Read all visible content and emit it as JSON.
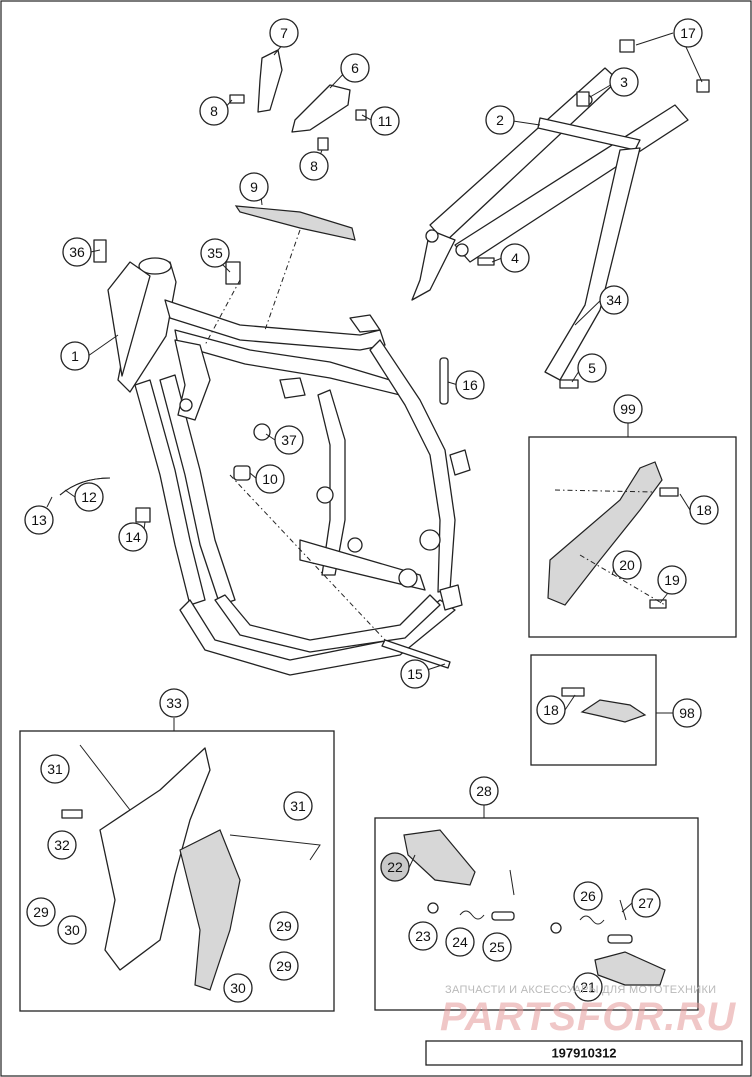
{
  "callouts": [
    "1",
    "2",
    "3",
    "4",
    "5",
    "6",
    "7",
    "8",
    "8",
    "9",
    "10",
    "11",
    "12",
    "13",
    "14",
    "15",
    "16",
    "17",
    "18",
    "18",
    "19",
    "20",
    "21",
    "22",
    "23",
    "24",
    "25",
    "26",
    "27",
    "28",
    "29",
    "29",
    "29",
    "30",
    "30",
    "31",
    "31",
    "32",
    "33",
    "34",
    "35",
    "36",
    "37",
    "98",
    "99"
  ],
  "drawing_number": "197910312",
  "watermark": {
    "small": "ЗАПЧАСТИ И АКСЕССУАРЫ ДЛЯ МОТОТЕХНИКИ",
    "large": "PARTSFOR.RU"
  }
}
